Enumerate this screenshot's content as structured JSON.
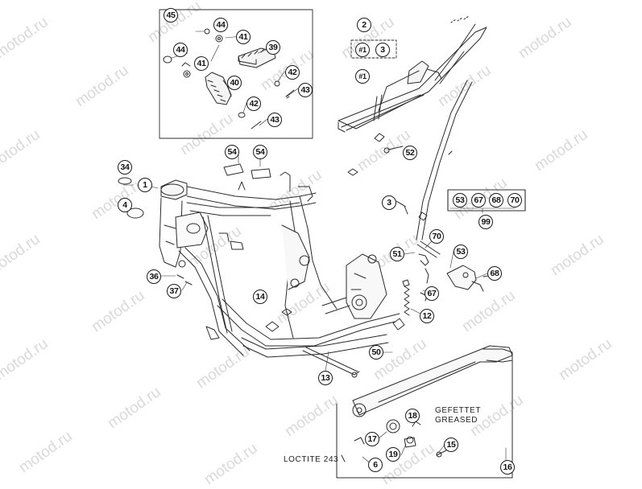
{
  "watermark_text": "motod.ru",
  "callouts": {
    "c45": "45",
    "c44a": "44",
    "c41a": "41",
    "c39": "39",
    "c44b": "44",
    "c41b": "41",
    "c42a": "42",
    "c40": "40",
    "c43a": "43",
    "c42b": "42",
    "c43b": "43",
    "c2": "2",
    "c1a": "#1",
    "c3a": "3",
    "c1b": "#1",
    "c52": "52",
    "c54a": "54",
    "c54b": "54",
    "c34": "34",
    "c1": "1",
    "c4": "4",
    "c3b": "3",
    "c53a": "53",
    "c67a": "67",
    "c68a": "68",
    "c70a": "70",
    "c99": "99",
    "c70b": "70",
    "c51": "51",
    "c53b": "53",
    "c68b": "68",
    "c67b": "67",
    "c36": "36",
    "c37": "37",
    "c14": "14",
    "c12": "12",
    "c50": "50",
    "c13": "13",
    "c18": "18",
    "c17": "17",
    "c19": "19",
    "c15": "15",
    "c6": "6",
    "c16": "16"
  },
  "notes": {
    "gefettet": "GEFETTET",
    "greased": "GREASED",
    "loctite": "LOCTITE 243"
  }
}
